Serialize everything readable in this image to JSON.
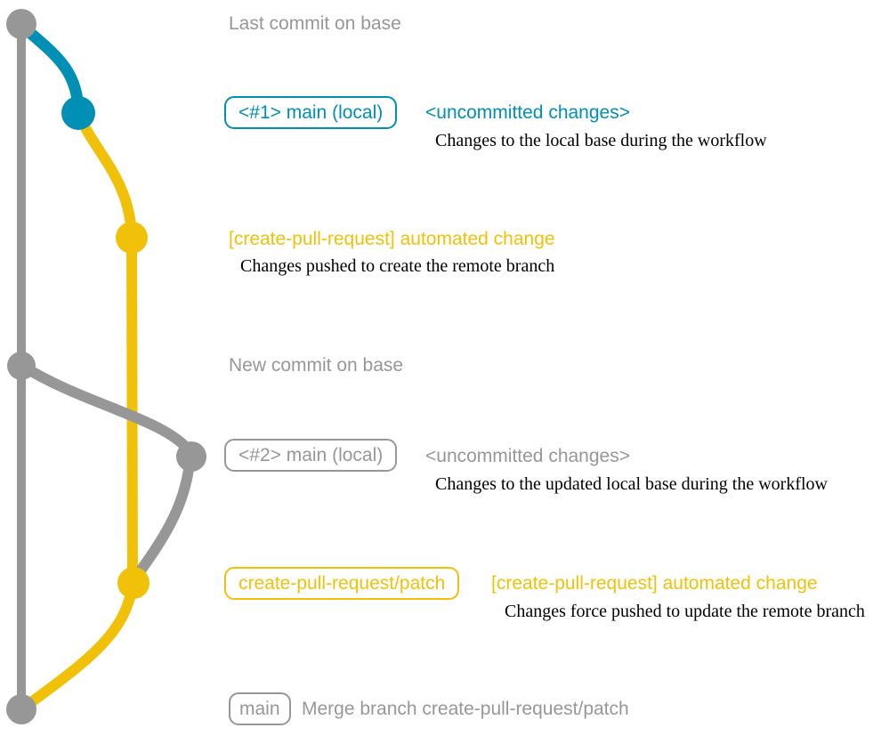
{
  "colors": {
    "base_gray": "#979797",
    "local_main_blue": "#008fb5",
    "patch_yellow": "#f1c109",
    "detail_text": "#000000",
    "background": "#ffffff"
  },
  "graph": {
    "type": "git-graph",
    "branches": [
      {
        "name": "base",
        "color": "#979797"
      },
      {
        "name": "main (local) #1",
        "color": "#008fb5"
      },
      {
        "name": "create-pull-request/patch",
        "color": "#f1c109"
      },
      {
        "name": "main (local) #2",
        "color": "#979797"
      }
    ],
    "commits": [
      {
        "id": "last-base-commit",
        "branch": "base",
        "color": "#979797"
      },
      {
        "id": "uncommitted-1",
        "branch": "main (local) #1",
        "color": "#008fb5"
      },
      {
        "id": "automated-change-1",
        "branch": "create-pull-request/patch",
        "color": "#f1c109"
      },
      {
        "id": "new-base-commit",
        "branch": "base",
        "color": "#979797"
      },
      {
        "id": "uncommitted-2",
        "branch": "main (local) #2",
        "color": "#979797"
      },
      {
        "id": "automated-change-2",
        "branch": "create-pull-request/patch",
        "color": "#f1c109"
      },
      {
        "id": "merge-commit",
        "branch": "base",
        "color": "#979797"
      }
    ]
  },
  "rows": {
    "last_commit": {
      "message": "Last commit on base"
    },
    "uncommitted_1": {
      "branch_label": "<#1> main (local)",
      "message": "<uncommitted changes>",
      "detail": "Changes to the local base during the workflow"
    },
    "automated_change_1": {
      "message": "[create-pull-request] automated change",
      "detail": "Changes pushed to create the remote branch"
    },
    "new_commit": {
      "message": "New commit on base"
    },
    "uncommitted_2": {
      "branch_label": "<#2> main (local)",
      "message": "<uncommitted changes>",
      "detail": "Changes to the updated local base during the workflow"
    },
    "automated_change_2": {
      "branch_label": "create-pull-request/patch",
      "message": "[create-pull-request] automated change",
      "detail": "Changes force pushed to update the remote branch"
    },
    "merge": {
      "branch_label": "main",
      "message": "Merge branch create-pull-request/patch"
    }
  }
}
